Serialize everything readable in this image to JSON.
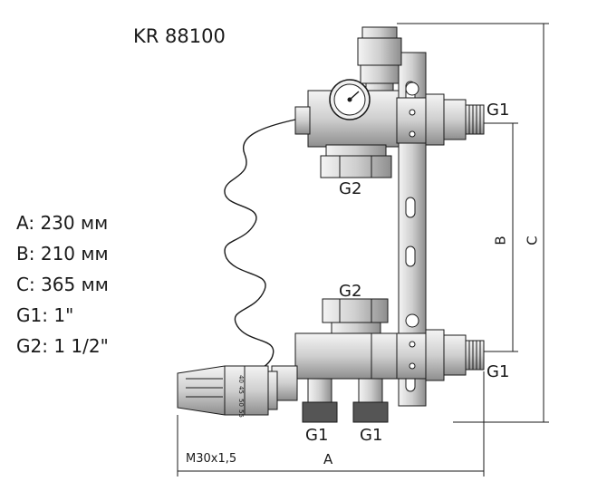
{
  "model": "KR 88100",
  "specs": [
    {
      "key": "A",
      "value": "230 мм"
    },
    {
      "key": "B",
      "value": "210 мм"
    },
    {
      "key": "C",
      "value": "365 мм"
    },
    {
      "key": "G1",
      "value": "1\""
    },
    {
      "key": "G2",
      "value": "1 1/2\""
    }
  ],
  "ports": {
    "top_right": "G1",
    "top_bottom": "G2",
    "mid_top": "G2",
    "bottom_right": "G1",
    "bottom_left": "G1",
    "bottom_mid": "G1"
  },
  "dimensions": {
    "a": "A",
    "b": "B",
    "c": "C",
    "thread": "M30x1,5"
  },
  "thermostat_scale": [
    "40",
    "45",
    "50",
    "55"
  ],
  "colors": {
    "line": "#1a1a1a",
    "metal": "#d8d8d8",
    "shade": "#9a9a9a",
    "dark": "#555555"
  }
}
